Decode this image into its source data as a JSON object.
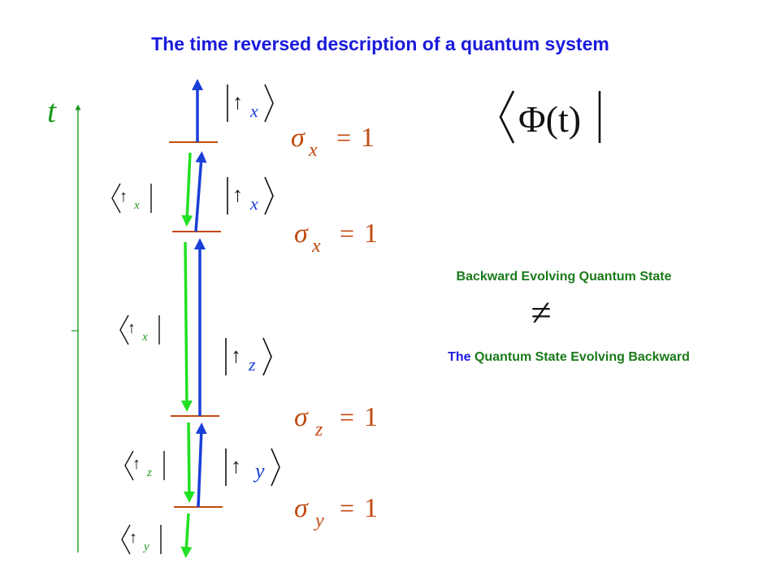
{
  "title": "The time reversed description of a quantum system",
  "time_axis_label": "t",
  "colors": {
    "title": "#1a1adc",
    "forward": "#1a3fd8",
    "backward": "#22e022",
    "axis": "#1a9a1a",
    "math": "#c24a10",
    "bra_text": "#229922",
    "ket_text": "#1a3fd8",
    "eq_title": "#1a7a1a"
  },
  "arrow_symbol": "↑",
  "equals": "=",
  "one": "1",
  "sigma": "σ",
  "measurements": [
    {
      "sub": "x"
    },
    {
      "sub": "x"
    },
    {
      "sub": "z"
    },
    {
      "sub": "y"
    }
  ],
  "kets": [
    {
      "sub": "x"
    },
    {
      "sub": "x"
    },
    {
      "sub": "z"
    },
    {
      "sub": "y"
    }
  ],
  "bras": [
    {
      "sub": "x"
    },
    {
      "sub": "x"
    },
    {
      "sub": "z"
    },
    {
      "sub": "y"
    }
  ],
  "big_bra": "Φ(t)",
  "comparison": {
    "top": "Backward Evolving Quantum State",
    "not_equal": "≠",
    "bottom_prefix": "The",
    "bottom_rest": "Quantum State Evolving Backward"
  }
}
